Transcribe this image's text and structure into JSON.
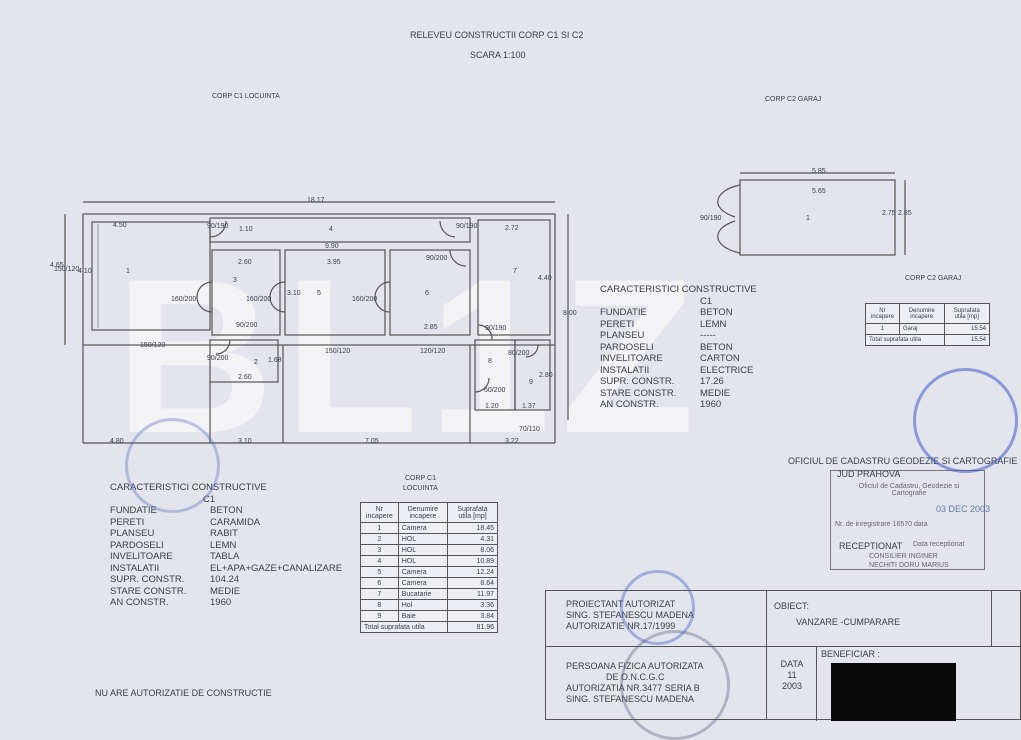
{
  "header": {
    "title": "RELEVEU  CONSTRUCTII CORP C1 SI C2",
    "scale": "SCARA 1:100"
  },
  "plan_c1": {
    "title": "CORP  C1  LOCUINTA",
    "dims": {
      "total": "18.17",
      "r1w": "4.50",
      "r1h": "4.10",
      "r4h": "1.10",
      "r4w": "9.90",
      "r7w": "2.72",
      "r7h": "4.40",
      "r3w": "2.60",
      "r5w": "3.95",
      "r5h": "3.10",
      "r6w": "2.85",
      "r2w": "2.60",
      "r2h": "1.68",
      "r8w": "1.20",
      "r9w": "1.37",
      "r9h": "2.80",
      "height_left": "4.65",
      "height_right": "8.00",
      "b1": "4.80",
      "b2": "3.10",
      "b3": "7.05",
      "b4": "3.22",
      "b5": "70/110"
    },
    "doors": [
      "90/190",
      "90/190",
      "160/200",
      "160/200",
      "160/200",
      "90/200",
      "90/200",
      "90/200",
      "90/190",
      "80/200",
      "60/200"
    ],
    "windows": [
      "150/120",
      "150/120",
      "150/120",
      "120/120"
    ],
    "rooms": [
      "1",
      "2",
      "3",
      "4",
      "5",
      "6",
      "7",
      "8",
      "9"
    ]
  },
  "plan_c2": {
    "title": "CORP  C2  GARAJ",
    "dim_outer": "5.85",
    "dim_inner": "5.65",
    "dim_h1": "2.75",
    "dim_h2": "2.85",
    "door": "90/190",
    "room": "1"
  },
  "char_c1": {
    "title": "CARACTERISTICI CONSTRUCTIVE",
    "sub": "C1",
    "rows": [
      {
        "k": "FUNDATIE",
        "v": "BETON"
      },
      {
        "k": "PERETI",
        "v": "CARAMIDA"
      },
      {
        "k": "PLANSEU",
        "v": "RABIT"
      },
      {
        "k": "PARDOSELI",
        "v": "LEMN"
      },
      {
        "k": "INVELITOARE",
        "v": "TABLA"
      },
      {
        "k": "INSTALATII",
        "v": "EL+APA+GAZE+CANALIZARE"
      },
      {
        "k": "SUPR. CONSTR.",
        "v": "104.24"
      },
      {
        "k": "STARE CONSTR.",
        "v": "MEDIE"
      },
      {
        "k": "AN CONSTR.",
        "v": "1960"
      }
    ]
  },
  "char_c2": {
    "title": "CARACTERISTICI CONSTRUCTIVE",
    "sub": "C1",
    "rows": [
      {
        "k": "FUNDATIE",
        "v": "BETON"
      },
      {
        "k": "PERETI",
        "v": "LEMN"
      },
      {
        "k": "PLANSEU",
        "v": "-----"
      },
      {
        "k": "PARDOSELI",
        "v": "BETON"
      },
      {
        "k": "INVELITOARE",
        "v": "CARTON"
      },
      {
        "k": "INSTALATII",
        "v": "ELECTRICE"
      },
      {
        "k": "SUPR. CONSTR.",
        "v": "17.26"
      },
      {
        "k": "STARE CONSTR.",
        "v": "MEDIE"
      },
      {
        "k": "AN CONSTR.",
        "v": "1960"
      }
    ]
  },
  "table_c1": {
    "title1": "CORP C1",
    "title2": "LOCUINTA",
    "headers": [
      "Nr incapere",
      "Denumire incapere",
      "Suprafata utila [mp]"
    ],
    "rows": [
      [
        "1",
        "Camera",
        "18.45"
      ],
      [
        "2",
        "HOL",
        "4.31"
      ],
      [
        "3",
        "HOL",
        "8.06"
      ],
      [
        "4",
        "HOL",
        "10.89"
      ],
      [
        "5",
        "Camera",
        "12.24"
      ],
      [
        "6",
        "Camera",
        "8.64"
      ],
      [
        "7",
        "Bucatarie",
        "11.97"
      ],
      [
        "8",
        "Hol",
        "3.36"
      ],
      [
        "9",
        "Baie",
        "3.84"
      ]
    ],
    "total_label": "Total suprafata utila",
    "total": "81.96"
  },
  "table_c2": {
    "title": "CORP C2 GARAJ",
    "headers": [
      "Nr incapere",
      "Denumire incapere",
      "Suprafata utila [mp]"
    ],
    "rows": [
      [
        "1",
        "Garaj",
        "15.54"
      ]
    ],
    "total_label": "Total suprafata utila",
    "total": "15.54"
  },
  "office": {
    "l1": "OFICIUL DE CADASTRU GEODEZIE SI CARTOGRAFIE",
    "l2": "JUD PRAHOVA",
    "stamp1": "Oficiul de Cadastru, Geodezie si Cartografie",
    "reg": "Nr. de inregistrare 16570 data",
    "date": "03 DEC 2003",
    "recv": "RECEPTIONAT",
    "recv2": "Data receptionat",
    "consilier": "CONSILIER INGINER",
    "name": "NECHITI DORU MARIUS"
  },
  "titleblock": {
    "proj1": "PROIECTANT AUTORIZAT",
    "proj2": "SING. STEFANESCU MADENA",
    "proj3": "AUTORIZATIE NR.17/1999",
    "obiect_label": "OBIECT:",
    "obiect": "VANZARE -CUMPARARE",
    "pf1": "PERSOANA FIZICA AUTORIZATA",
    "pf2": "DE O.N.C.G.C",
    "pf3": "AUTORIZATIA NR.3477 SERIA B",
    "pf4": "SING. STEFANESCU MADENA",
    "data_label": "DATA",
    "data_m": "11",
    "data_y": "2003",
    "benef": "BENEFICIAR :"
  },
  "footer": {
    "note": "NU ARE AUTORIZATIE DE CONSTRUCTIE"
  },
  "watermark": "BL1Z",
  "colors": {
    "paper": "#e4e5ec",
    "ink": "#3a3d48",
    "stamp": "#3c5ac8"
  }
}
